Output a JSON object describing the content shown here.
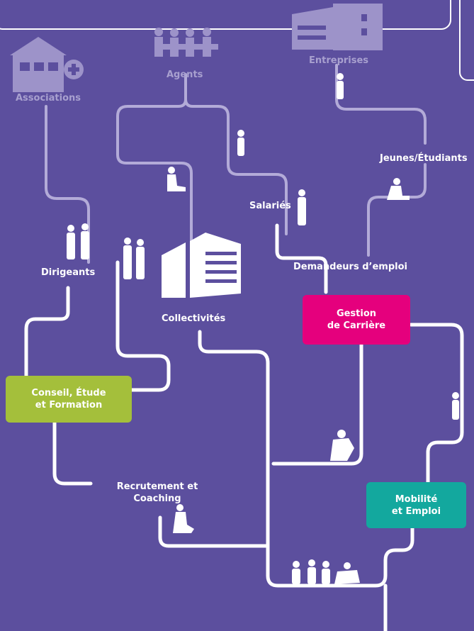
{
  "header": {
    "partial_title": "… grande famille de l'emploi public"
  },
  "sources": {
    "associations": "Associations",
    "agents": "Agents",
    "entreprises": "Entreprises"
  },
  "audiences": {
    "dirigeants": "Dirigeants",
    "collectivites": "Collectivités",
    "salaries": "Salariés",
    "demandeurs": "Demandeurs d’emploi",
    "jeunes": "Jeunes/Étudiants"
  },
  "services": {
    "gestion": {
      "line1": "Gestion",
      "line2": "de Carrière",
      "color": "#e5007d"
    },
    "conseil": {
      "line1": "Conseil, Étude",
      "line2": "et Formation",
      "color": "#a4bf3b"
    },
    "mobilite": {
      "line1": "Mobilité",
      "line2": "et Emploi",
      "color": "#13a89e"
    },
    "recrutement": {
      "line1": "Recrutement et",
      "line2": "Coaching"
    }
  },
  "colors": {
    "background": "#5c4f9e",
    "path": "#ffffff",
    "faded_path": "#b3abd8",
    "silhouette": "#ffffff",
    "faded_silhouette": "#9d93c9"
  }
}
